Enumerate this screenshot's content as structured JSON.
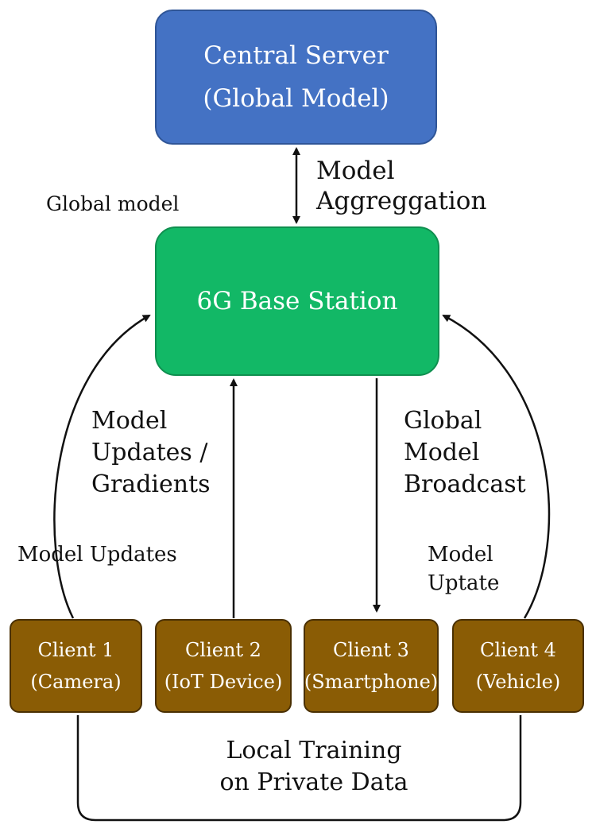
{
  "server": {
    "line1": "Central Server",
    "line2": "(Global Model)",
    "color": "#4472c4"
  },
  "base_station": {
    "label": "6G Base Station",
    "color": "#12b866"
  },
  "clients": [
    {
      "name": "Client 1",
      "type": "(Camera)"
    },
    {
      "name": "Client 2",
      "type": "(IoT Device)"
    },
    {
      "name": "Client 3",
      "type": "(Smartphone)"
    },
    {
      "name": "Client 4",
      "type": "(Vehicle)"
    }
  ],
  "client_color": "#8a5c05",
  "labels": {
    "aggregation": [
      "Model",
      "Aggreggation"
    ],
    "global_model": "Global model",
    "updates_gradients": [
      "Model",
      "Updates /",
      "Gradients"
    ],
    "broadcast": [
      "Global",
      "Model",
      "Broadcast"
    ],
    "model_updates": "Model Updates",
    "model_uptate": [
      "Model",
      "Uptate"
    ],
    "local_training": [
      "Local Training",
      "on Private Data"
    ]
  }
}
